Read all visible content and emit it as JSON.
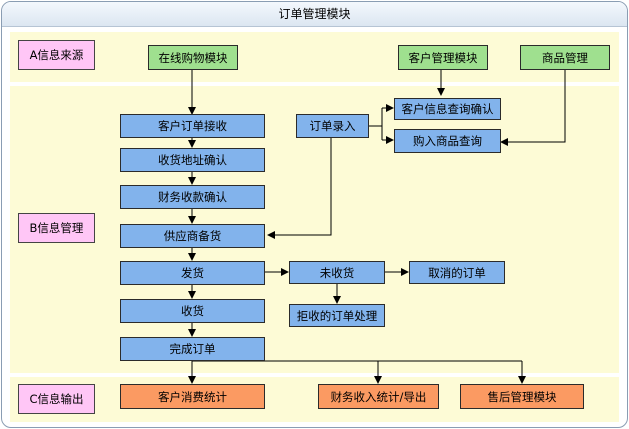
{
  "title": "订单管理模块",
  "sections": {
    "source": "A信息来源",
    "manage": "B信息管理",
    "output": "C信息输出"
  },
  "nodes": {
    "online_shopping": "在线购物模块",
    "customer_mgmt": "客户管理模块",
    "product_mgmt": "商品管理",
    "customer_order_receive": "客户订单接收",
    "order_entry": "订单录入",
    "customer_info_check": "客户信息查询确认",
    "purchase_product_query": "购入商品查询",
    "address_confirm": "收货地址确认",
    "payment_confirm": "财务收款确认",
    "supplier_stock": "供应商备货",
    "ship": "发货",
    "not_received": "未收货",
    "cancelled_order": "取消的订单",
    "receive": "收货",
    "rejected_order": "拒收的订单处理",
    "complete_order": "完成订单",
    "customer_consumption": "客户消费统计",
    "finance_income": "财务收入统计/导出",
    "after_sales": "售后管理模块"
  },
  "colors": {
    "section_label": "#ffc6f6",
    "process": "#82b3ec",
    "source_module": "#9fe08f",
    "output_module": "#fb9a62",
    "band": "#fdfbd6"
  }
}
